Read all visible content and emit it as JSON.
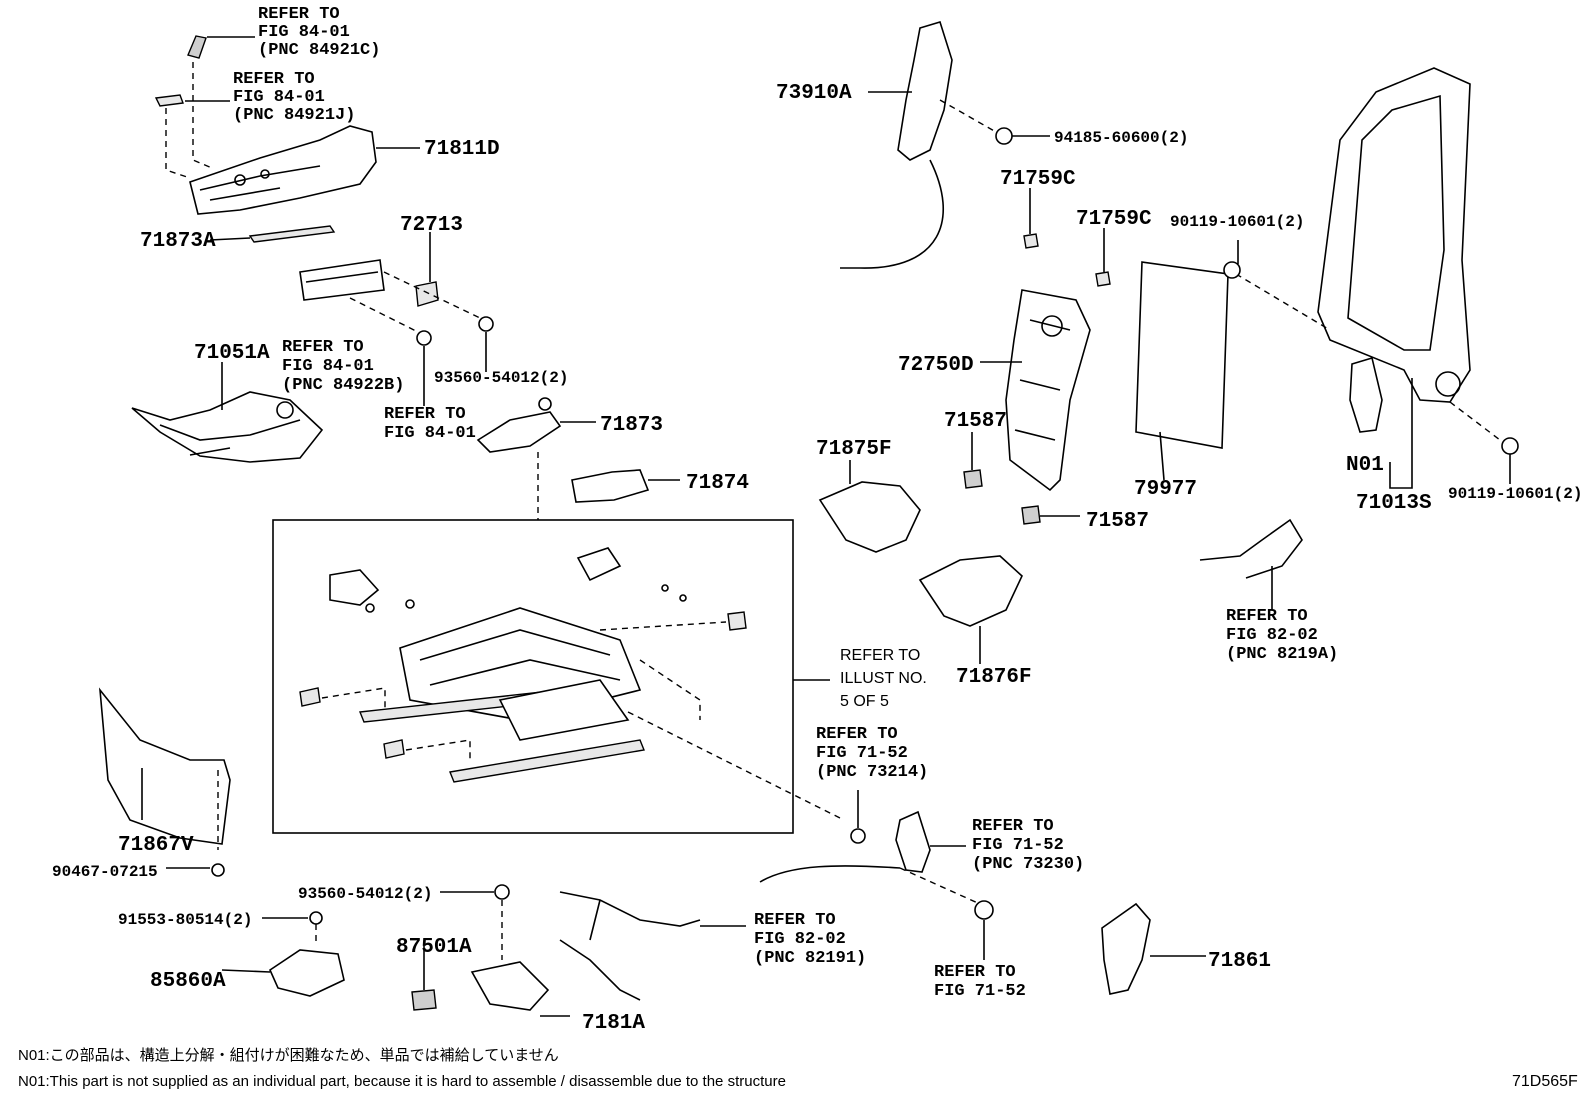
{
  "labels": {
    "ref_84_01_a": [
      "REFER TO",
      "FIG 84-01",
      "(PNC 84921C)"
    ],
    "ref_84_01_b": [
      "REFER TO",
      "FIG 84-01",
      "(PNC 84921J)"
    ],
    "p71811D": "71811D",
    "p71873A": "71873A",
    "p72713": "72713",
    "ref_84_01_c": [
      "REFER TO",
      "FIG 84-01",
      "(PNC 84922B)"
    ],
    "p93560_a": "93560-54012(2)",
    "ref_84_01_d": [
      "REFER TO",
      "FIG 84-01"
    ],
    "p71051A": "71051A",
    "p71873": "71873",
    "p71874": "71874",
    "p73910A": "73910A",
    "p94185": "94185-60600(2)",
    "p71759C_a": "71759C",
    "p71759C_b": "71759C",
    "p90119_a": "90119-10601(2)",
    "p72750D": "72750D",
    "p71587_a": "71587",
    "p71587_b": "71587",
    "p71875F": "71875F",
    "p79977": "79977",
    "pN01": "N01",
    "p71013S": "71013S",
    "p90119_b": "90119-10601(2)",
    "ref_82_02_a": [
      "REFER TO",
      "FIG 82-02",
      "(PNC 8219A)"
    ],
    "p71876F": "71876F",
    "ref_illust": [
      "REFER TO",
      "ILLUST NO.",
      "5 OF 5"
    ],
    "ref_71_52_a": [
      "REFER TO",
      "FIG 71-52",
      "(PNC 73214)"
    ],
    "ref_71_52_b": [
      "REFER TO",
      "FIG 71-52",
      "(PNC 73230)"
    ],
    "p71867V": "71867V",
    "p90467": "90467-07215",
    "p93560_b": "93560-54012(2)",
    "p91553": "91553-80514(2)",
    "p87501A": "87501A",
    "ref_82_02_b": [
      "REFER TO",
      "FIG 82-02",
      "(PNC 82191)"
    ],
    "p85860A": "85860A",
    "p7181A": "7181A",
    "ref_71_52_c": [
      "REFER TO",
      "FIG 71-52"
    ],
    "p71861": "71861"
  },
  "notes": {
    "jp": "N01:この部品は、構造上分解・組付けが困難なため、単品では補給していません",
    "en": "N01:This part is not supplied as an individual part, because it is hard to assemble / disassemble due to the structure"
  },
  "figure_id": "71D565F"
}
